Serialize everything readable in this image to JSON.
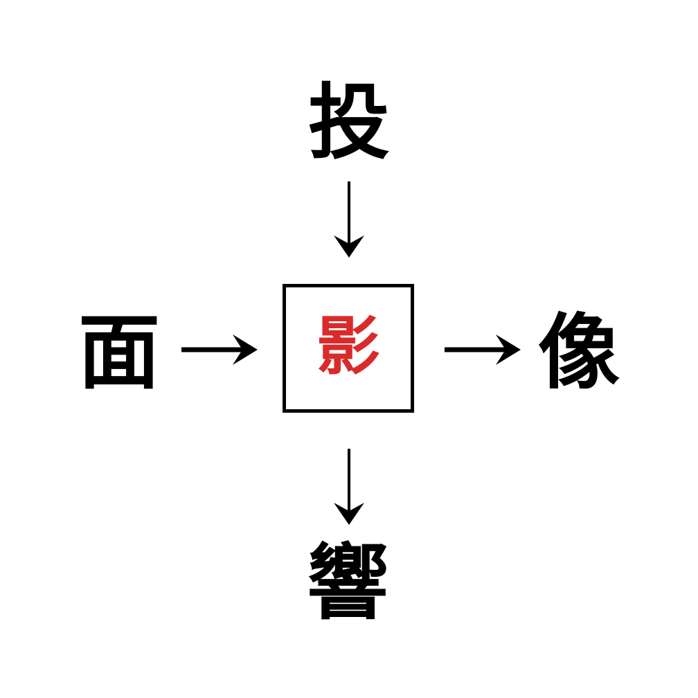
{
  "diagram": {
    "title": "",
    "background_color": "#ffffff",
    "layout": "cross",
    "nodes": {
      "top": {
        "label": "投",
        "color": "#000000",
        "boxed": false
      },
      "left": {
        "label": "面",
        "color": "#000000",
        "boxed": false
      },
      "center": {
        "label": "影",
        "color": "#d92b2b",
        "boxed": true,
        "border_color": "#000000"
      },
      "right": {
        "label": "像",
        "color": "#000000",
        "boxed": false
      },
      "bottom": {
        "label": "響",
        "color": "#000000",
        "boxed": false
      }
    },
    "arrows": [
      {
        "name": "arrow-top-to-center",
        "direction": "down",
        "glyph": "↓",
        "color": "#000000"
      },
      {
        "name": "arrow-left-to-center",
        "direction": "right",
        "glyph": "→",
        "color": "#000000"
      },
      {
        "name": "arrow-center-to-right",
        "direction": "right",
        "glyph": "→",
        "color": "#000000"
      },
      {
        "name": "arrow-center-to-bottom",
        "direction": "down",
        "glyph": "↓",
        "color": "#000000"
      }
    ]
  }
}
